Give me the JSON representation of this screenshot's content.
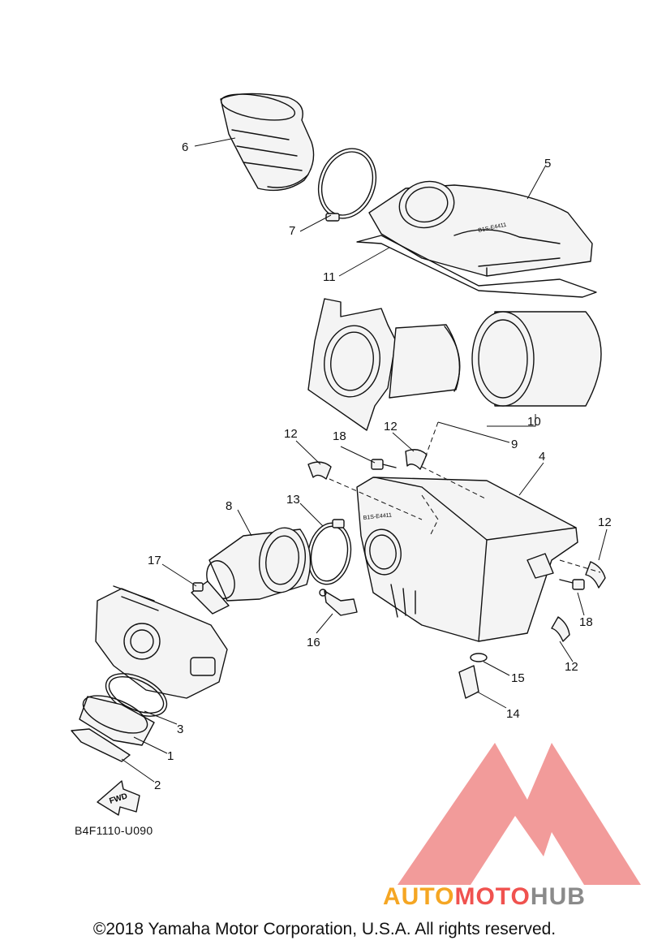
{
  "diagram": {
    "callouts": [
      {
        "id": "1",
        "text": "1"
      },
      {
        "id": "2",
        "text": "2"
      },
      {
        "id": "3",
        "text": "3"
      },
      {
        "id": "4",
        "text": "4"
      },
      {
        "id": "5",
        "text": "5"
      },
      {
        "id": "6",
        "text": "6"
      },
      {
        "id": "7",
        "text": "7"
      },
      {
        "id": "8",
        "text": "8"
      },
      {
        "id": "9",
        "text": "9"
      },
      {
        "id": "10",
        "text": "10"
      },
      {
        "id": "11",
        "text": "11"
      },
      {
        "id": "12a",
        "text": "12"
      },
      {
        "id": "12b",
        "text": "12"
      },
      {
        "id": "12c",
        "text": "12"
      },
      {
        "id": "12d",
        "text": "12"
      },
      {
        "id": "13",
        "text": "13"
      },
      {
        "id": "14",
        "text": "14"
      },
      {
        "id": "15",
        "text": "15"
      },
      {
        "id": "16",
        "text": "16"
      },
      {
        "id": "17",
        "text": "17"
      },
      {
        "id": "18a",
        "text": "18"
      },
      {
        "id": "18b",
        "text": "18"
      }
    ],
    "fwd_arrow_label": "FWD",
    "part_stamp_cover": "B1S-E4411",
    "part_stamp_box": "B1S-E4411",
    "code": "B4F1110-U090"
  },
  "watermark": {
    "word_part1": "AUTO",
    "word_part2": "MOTO",
    "word_part3": "HUB",
    "color_part1": "#f5a623",
    "color_part2": "#f0524f",
    "color_part3": "#8a8a8a",
    "logo_color": "#f08a88"
  },
  "footer": {
    "copyright": "©2018 Yamaha Motor Corporation, U.S.A. All rights reserved."
  }
}
